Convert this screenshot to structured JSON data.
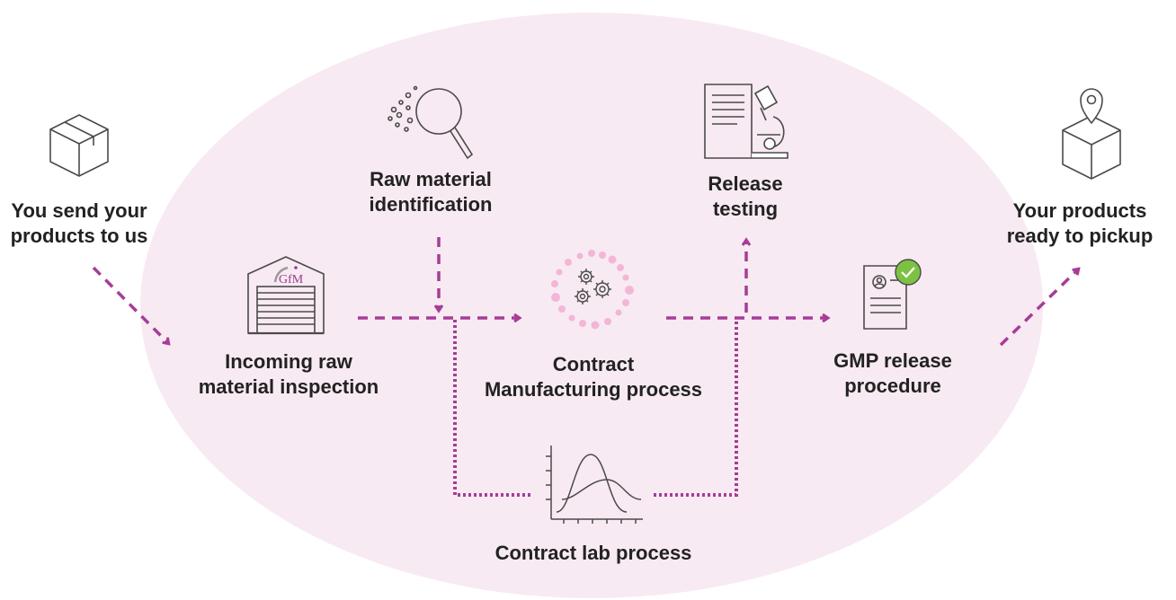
{
  "colors": {
    "ellipse": "#f8eaf2",
    "arrow": "#a63d98",
    "icon_stroke": "#4a4a4a",
    "bubble": "#f2b6d6",
    "check": "#7cc242",
    "logo_gray": "#9a9a9a",
    "logo_purple": "#9c3a8c"
  },
  "steps": {
    "send": {
      "line1": "You send your",
      "line2": "products to us",
      "icon": "box-icon"
    },
    "incoming": {
      "line1": "Incoming raw",
      "line2": "material inspection",
      "icon": "warehouse-icon",
      "logo_text": "GfM"
    },
    "identification": {
      "line1": "Raw material",
      "line2": "identification",
      "icon": "magnifier-icon"
    },
    "manufacturing": {
      "line1": "Contract",
      "line2": "Manufacturing process",
      "icon": "gears-icon"
    },
    "lab": {
      "line1": "Contract lab process",
      "icon": "bell-curve-chart-icon"
    },
    "release_testing": {
      "line1": "Release",
      "line2": "testing",
      "icon": "document-microscope-icon"
    },
    "gmp": {
      "line1": "GMP release",
      "line2": "procedure",
      "icon": "certificate-check-icon"
    },
    "pickup": {
      "line1": "Your products",
      "line2": "ready to pickup",
      "icon": "box-location-pin-icon"
    }
  }
}
